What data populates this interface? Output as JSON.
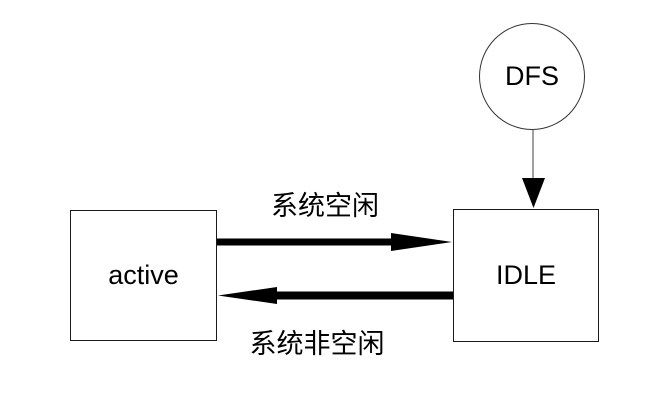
{
  "diagram": {
    "nodes": {
      "dfs": {
        "label": "DFS",
        "shape": "circle"
      },
      "active": {
        "label": "active",
        "shape": "rect"
      },
      "idle": {
        "label": "IDLE",
        "shape": "rect"
      }
    },
    "edges": {
      "active_to_idle": {
        "from": "active",
        "to": "IDLE",
        "label": "系统空闲"
      },
      "idle_to_active": {
        "from": "IDLE",
        "to": "active",
        "label": "系统非空闲"
      },
      "dfs_to_idle": {
        "from": "DFS",
        "to": "IDLE",
        "label": ""
      }
    },
    "colors": {
      "background": "#ffffff",
      "node_border": "#1a1a1a",
      "arrow": "#000000",
      "dfs_connector_line": "#808080",
      "text": "#000000"
    }
  }
}
